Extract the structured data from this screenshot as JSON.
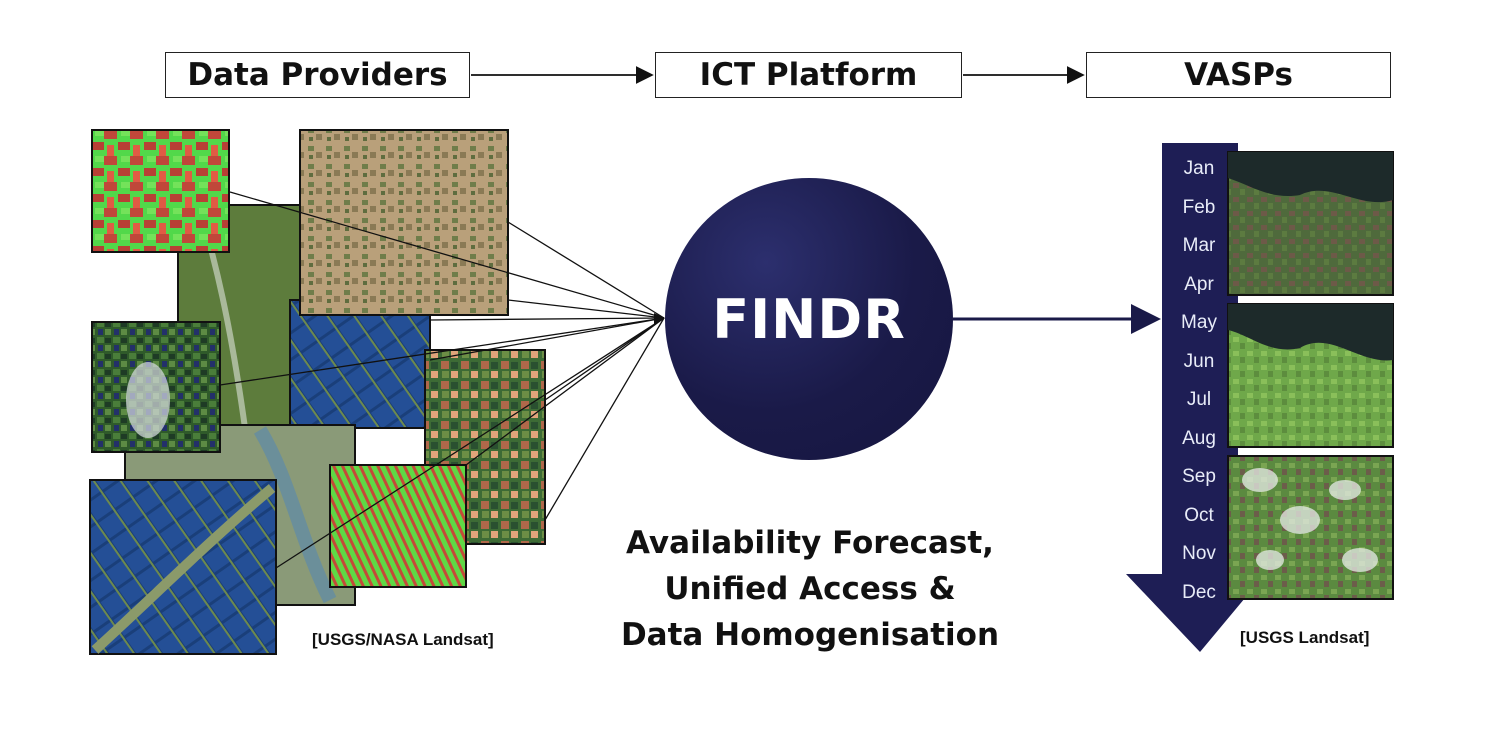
{
  "header": {
    "data_providers": "Data Providers",
    "ict_platform": "ICT Platform",
    "vasps": "VASPs"
  },
  "platform": {
    "name": "FINDR",
    "description_lines": [
      "Availability Forecast,",
      "Unified Access &",
      "Data Homogenisation"
    ]
  },
  "credits": {
    "left": "[USGS/NASA  Landsat]",
    "right": "[USGS Landsat]"
  },
  "timeline": {
    "months": [
      "Jan",
      "Feb",
      "Mar",
      "Apr",
      "May",
      "Jun",
      "Jul",
      "Aug",
      "Sep",
      "Oct",
      "Nov",
      "Dec"
    ]
  },
  "colors": {
    "platform_circle": "#1a1a48",
    "timeline_arrow": "#1e1e55",
    "arrow_line": "#1a1a48"
  }
}
